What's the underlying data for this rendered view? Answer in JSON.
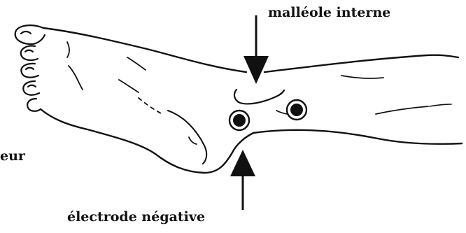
{
  "labels": {
    "malleole": "malléole interne",
    "electrode_negative": "électrode négative",
    "partial_left": "eur"
  },
  "colors": {
    "ink": "#111111",
    "background": "#ffffff"
  }
}
